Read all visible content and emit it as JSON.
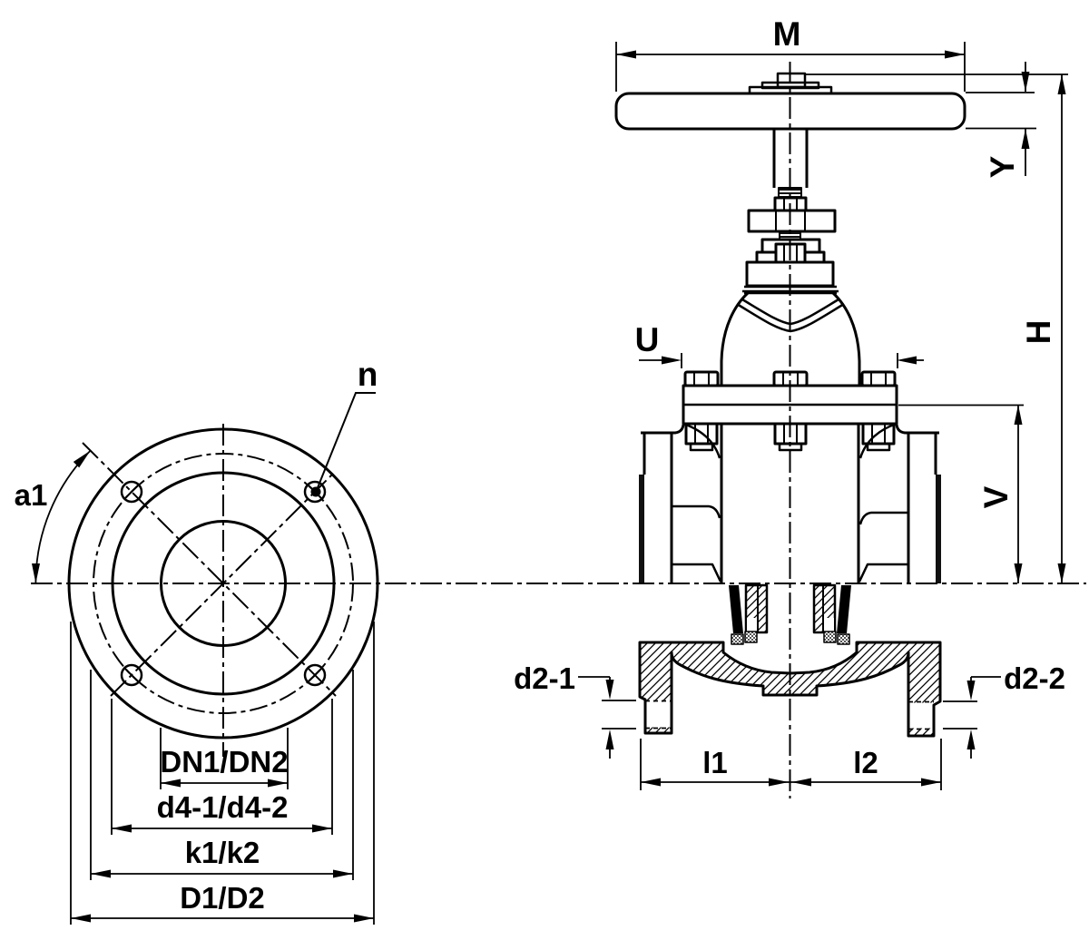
{
  "drawing": {
    "type": "technical-dimension-drawing",
    "subject": "flanged gate valve, front flange view and half-section side view",
    "colors": {
      "line": "#000000",
      "background": "#ffffff",
      "seal_checker": "#555555"
    },
    "labels": {
      "m": "M",
      "y": "Y",
      "h": "H",
      "u": "U",
      "v": "V",
      "n": "n",
      "a1": "a1",
      "d2_1": "d2-1",
      "d2_2": "d2-2",
      "l1": "l1",
      "l2": "l2",
      "dn": "DN1/DN2",
      "d4": "d4-1/d4-2",
      "k": "k1/k2",
      "d": "D1/D2"
    }
  }
}
